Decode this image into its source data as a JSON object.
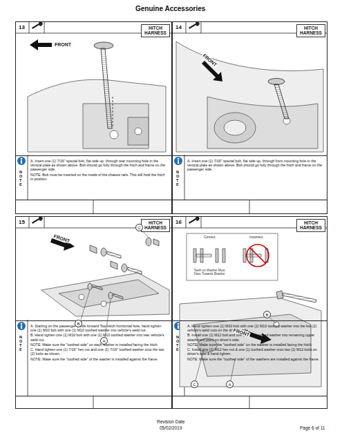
{
  "diagram": {
    "title": "Genuine Accessories",
    "nodes": [
      {
        "text": [
          "13"
        ]
      },
      {
        "text": [
          "HITCH HARNESS"
        ],
        "in": 0
      },
      {
        "text": [
          "NOTE",
          "A. Insert one (1) 7/16\" special bolt, flat side up, through rear mounting hole in the vertical plate as shown above. Bolt should go fully through the hitch and frame on the passenger side.",
          "NOTE: Bolt must be inserted on the inside of the chassis rails. This will hold the hitch in position."
        ],
        "in": 0
      },
      {
        "text": [
          "14"
        ]
      },
      {
        "text": [
          "HITCH HARNESS"
        ],
        "in": 3
      },
      {
        "text": [
          "NOTE",
          "A. Insert one (1) 7/16\" special bolt, flat side up, through front mounting hole in the vertical plate as shown above. Bolt should go fully through the hitch and frame on the passenger side."
        ],
        "in": 3
      },
      {
        "text": [
          "15"
        ]
      },
      {
        "text": [
          "HITCH HARNESS"
        ],
        "in": 6
      },
      {
        "text": [
          "NOTE",
          "A. Starting on the passenger's side forward Tow Hitch horizontal hole, hand tighten one (1) M10 bolt with one (1) M10 toothed washer into vehicle's weld nut.",
          "B. Hand tighten one (1) M10 bolt with one (1) M10 toothed washer into rear vehicle's weld nut.",
          "NOTE: Make sure the \"toothed side\" on each washer is installed facing the hitch.",
          "C. Hand tighten one (1) 7/16\" hex nut and one (1) 7/16\" toothed washer onto the two (2) bolts as shown.",
          "NOTE: Make sure the \"toothed side\" of the washer is installed against the frame."
        ],
        "in": 6
      },
      {
        "text": [
          "16"
        ]
      },
      {
        "text": [
          "HITCH HARNESS"
        ],
        "in": 9
      },
      {
        "text": [
          "NOTE",
          "A. Hand tighten one (1) M10 bolt with one (1) M10 toothed washer into the low (2) vehicle's weld nuts on the driver's side.",
          "B. Install one (1) M12 bolt and one (1) M12 toothed washer into remaining upper attachment point on driver's side.",
          "NOTE: Make sure the \"toothed side\" on the washer is installed facing the hitch.",
          "C. Install one (1) M12 hex nut & one (1) toothed washer onto two (2) M12 bolts on driver's side & hand tighten.",
          "NOTE: Make sure the \"toothed side\" of the washers are installed against the frame."
        ],
        "in": 9
      }
    ],
    "edges": [],
    "labels": [
      "FRONT",
      "FRONT",
      "FRONT",
      "C",
      "B",
      "A",
      "Correct",
      "Incorrect",
      "Teeth on Washer Must Face Towards Bracket",
      "FRONT",
      "B",
      "C",
      "A",
      "Revision Date",
      "05/02/2019",
      "Page 6 of 11"
    ]
  }
}
